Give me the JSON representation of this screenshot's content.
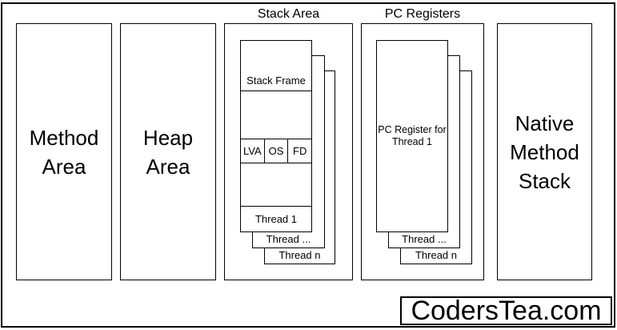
{
  "colors": {
    "line": "#000000",
    "background": "#ffffff",
    "text": "#000000"
  },
  "method_area": {
    "line1": "Method",
    "line2": "Area"
  },
  "heap_area": {
    "line1": "Heap",
    "line2": "Area"
  },
  "stack_area": {
    "title": "Stack Area",
    "stack_frame_label": "Stack Frame",
    "frame_cells": [
      "LVA",
      "OS",
      "FD"
    ],
    "thread_1_label": "Thread 1",
    "thread_dots_label": "Thread ...",
    "thread_n_label": "Thread n"
  },
  "pc_registers": {
    "title": "PC Registers",
    "register_line1": "PC Register for",
    "register_line2": "Thread 1",
    "thread_dots_label": "Thread ...",
    "thread_n_label": "Thread n"
  },
  "native_method_stack": {
    "line1": "Native",
    "line2": "Method",
    "line3": "Stack"
  },
  "watermark": {
    "text": "CodersTea.com"
  }
}
